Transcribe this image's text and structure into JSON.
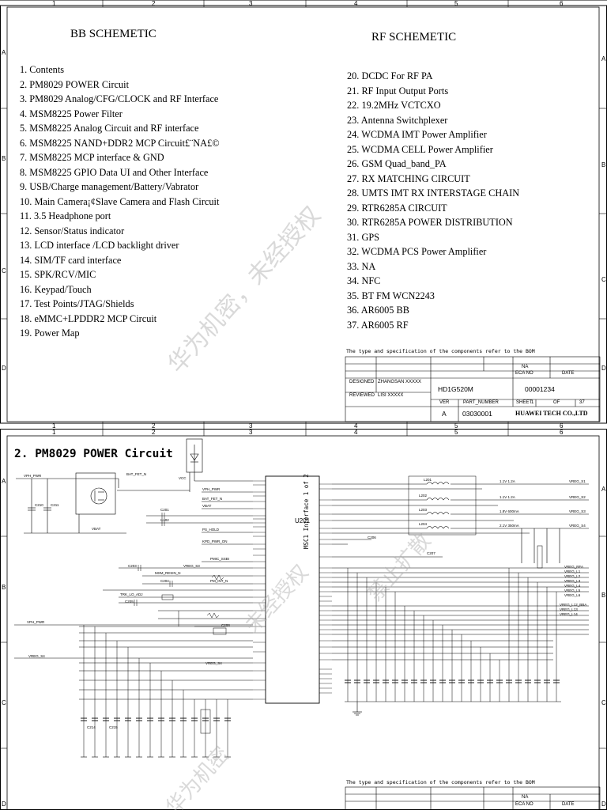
{
  "sheet1": {
    "zone_numbers": [
      "1",
      "2",
      "3",
      "4",
      "5",
      "6"
    ],
    "zone_letters": [
      "A",
      "B",
      "C",
      "D"
    ],
    "bb_title": "BB SCHEMETIC",
    "rf_title": "RF SCHEMETIC",
    "bb_items": [
      "1. Contents",
      "2. PM8029 POWER Circuit",
      "3. PM8029 Analog/CFG/CLOCK and RF Interface",
      "4. MSM8225 Power Filter",
      "5. MSM8225 Analog Circuit and RF interface",
      "6. MSM8225 NAND+DDR2 MCP Circuit£¨NA£©",
      "7. MSM8225 MCP interface & GND",
      "8. MSM8225 GPIO Data UI and Other Interface",
      "9. USB/Charge management/Battery/Vabrator",
      "10. Main Camera¡¢Slave Camera and Flash Circuit",
      "11. 3.5 Headphone port",
      "12. Sensor/Status indicator",
      "13. LCD interface /LCD backlight driver",
      "14. SIM/TF card interface",
      "15. SPK/RCV/MIC",
      "16. Keypad/Touch",
      "17. Test Points/JTAG/Shields",
      "18. eMMC+LPDDR2 MCP Circuit",
      "19. Power Map"
    ],
    "rf_items": [
      "20. DCDC For RF PA",
      "21. RF Input Output Ports",
      "22. 19.2MHz VCTCXO",
      "23. Antenna Switchplexer",
      "24. WCDMA IMT Power Amplifier",
      "25. WCDMA CELL Power Amplifier",
      "26. GSM Quad_band_PA",
      "27. RX MATCHING CIRCUIT",
      "28. UMTS IMT RX INTERSTAGE CHAIN",
      "29. RTR6285A CIRCUIT",
      "30. RTR6285A POWER DISTRIBUTION",
      "31. GPS",
      "32. WCDMA PCS Power Amplifier",
      "33. NA",
      "34. NFC",
      "35. BT FM  WCN2243",
      "36. AR6005 BB",
      "37. AR6005 RF"
    ],
    "bom_note": "The type and specification of the components  refer to the BOM",
    "title_block": {
      "na": "NA",
      "eca_no": "ECA NO",
      "date": "DATE",
      "designed": "DESIGNED",
      "designed_by": "ZHANGSAN XXXXX",
      "reviewed": "REVIEWED",
      "reviewed_by": "LISI XXXXX",
      "model": "HD1G520M",
      "doc_number": "00001234",
      "ver": "VER",
      "part_number": "PART_NUMBER",
      "sheet": "SHEET",
      "sheet_no": "1",
      "of": "OF",
      "sheet_total": "37",
      "ver_value": "A",
      "part_value": "03030001",
      "company": "HUAWEI TECH CO.,LTD"
    },
    "watermark": "华为机密，未经授权"
  },
  "sheet2": {
    "title": "2. PM8029 POWER Circuit",
    "chip_ref": "U201",
    "chip_vertical": "MSC1 Interface 1 of 2",
    "inductors": [
      "L201",
      "L202",
      "L203",
      "L204"
    ],
    "rail_currents": [
      "1.1V 1.2A",
      "1.1V 1.2A",
      "1.8V 600mA",
      "2.1V 350mA"
    ],
    "rail_names": [
      "VREG_S1",
      "VREG_S2",
      "VREG_S3",
      "VREG_S4"
    ],
    "left_nets": [
      "BAT_FET_N",
      "VPH_PWR",
      "BAT_FET_N",
      "VBAT",
      "PS_HOLD",
      "KPD_PWR_ON",
      "PMIC_SSBI",
      "VREG_S3",
      "MSM_RESIN_N",
      "PM_INT_N",
      "TRK_LO_ADJ",
      "VREG_S4"
    ],
    "right_nets": [
      "VREG_RFA",
      "VREG_L1",
      "VREG_L2",
      "VREG_L3",
      "VREG_L4",
      "VREG_L5",
      "VREG_L6",
      "VREG_L12_BBA",
      "VREG_L13",
      "VREG_L14"
    ],
    "left_labels": [
      "VPH_PWR",
      "VREG_S4",
      "VBAT",
      "VCC"
    ],
    "caps": [
      "C201",
      "C202",
      "C203",
      "C204",
      "C205",
      "C206",
      "C207",
      "C208",
      "C210",
      "C211",
      "C214",
      "C215"
    ],
    "bom_note": "The type and specification of the components  refer to the BOM",
    "tb_na": "NA",
    "tb_eca": "ECA NO",
    "tb_date": "DATE",
    "watermark_a": "未经授权",
    "watermark_b": "禁止扩散",
    "watermark_c": "华为机密"
  }
}
